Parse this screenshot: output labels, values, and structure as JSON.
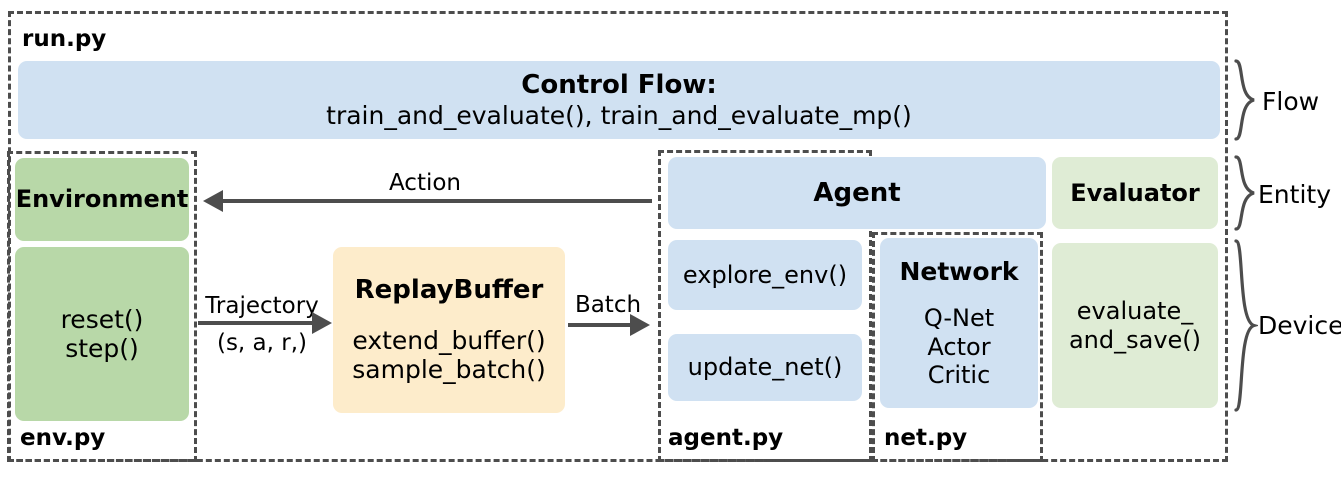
{
  "diagram": {
    "outer_file_label": "run.py",
    "control_flow": {
      "title": "Control Flow:",
      "functions": "train_and_evaluate(),  train_and_evaluate_mp()"
    },
    "env_module": {
      "file_label": "env.py",
      "entity_box": "Environment",
      "device_box_lines": [
        "reset()",
        "step()"
      ]
    },
    "replay_buffer": {
      "title": "ReplayBuffer",
      "methods": [
        "extend_buffer()",
        "sample_batch()"
      ]
    },
    "agent_module": {
      "file_label": "agent.py",
      "entity_box": "Agent",
      "method_box_1": "explore_env()",
      "method_box_2": "update_net()"
    },
    "net_module": {
      "file_label": "net.py",
      "title": "Network",
      "items": [
        "Q-Net",
        "Actor",
        "Critic"
      ]
    },
    "evaluator": {
      "entity_box": "Evaluator",
      "device_box_lines": [
        "evaluate_",
        "and_save()"
      ]
    },
    "arrows": {
      "action": "Action",
      "trajectory_top": "Trajectory",
      "trajectory_bottom": "(s, a, r,)",
      "batch": "Batch"
    },
    "braces": {
      "flow": "Flow",
      "entity": "Entity",
      "device": "Device"
    },
    "colors": {
      "blue": "#d0e1f2",
      "green": "#b8d8a8",
      "light_green": "#dfecd5",
      "yellow": "#fdeccb",
      "stroke": "#4d4d4d"
    }
  }
}
